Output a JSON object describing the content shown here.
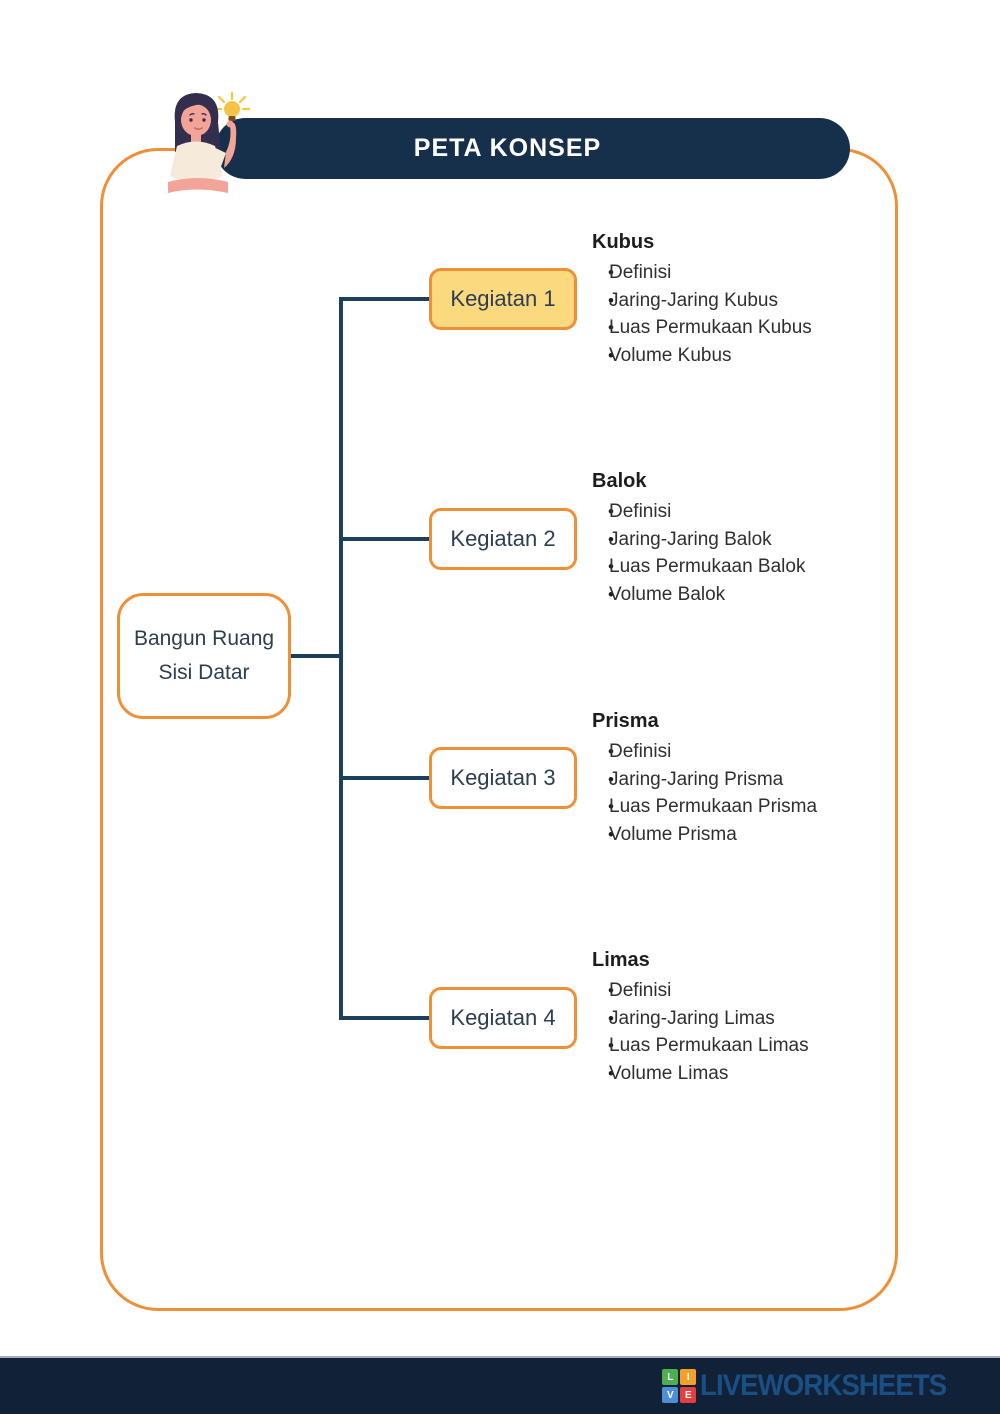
{
  "header": {
    "title": "PETA KONSEP",
    "bar_color": "#16304C",
    "text_color": "#FFFFFF"
  },
  "diagram": {
    "root": {
      "label_line1": "Bangun Ruang",
      "label_line2": "Sisi Datar"
    },
    "nodes": [
      {
        "label": "Kegiatan 1",
        "highlighted": true,
        "topic": {
          "title": "Kubus",
          "items": [
            "Definisi",
            "Jaring-Jaring Kubus",
            "Luas Permukaan Kubus",
            "Volume Kubus"
          ]
        }
      },
      {
        "label": "Kegiatan 2",
        "highlighted": false,
        "topic": {
          "title": "Balok",
          "items": [
            "Definisi",
            "Jaring-Jaring Balok",
            "Luas Permukaan Balok",
            "Volume Balok"
          ]
        }
      },
      {
        "label": "Kegiatan 3",
        "highlighted": false,
        "topic": {
          "title": "Prisma",
          "items": [
            "Definisi",
            "Jaring-Jaring Prisma",
            "Luas Permukaan Prisma",
            "Volume Prisma"
          ]
        }
      },
      {
        "label": "Kegiatan 4",
        "highlighted": false,
        "topic": {
          "title": "Limas",
          "items": [
            "Definisi",
            "Jaring-Jaring Limas",
            "Luas Permukaan Limas",
            "Volume Limas"
          ]
        }
      }
    ],
    "bullet": "•",
    "colors": {
      "border_orange": "#EE9038",
      "highlight_fill": "#FBD97E",
      "connector_navy": "#1C3F5E",
      "node_text": "#2C3E50"
    }
  },
  "footer": {
    "brand": "LIVEWORKSHEETS",
    "logo_letters": {
      "l": "L",
      "i": "I",
      "v": "V",
      "e": "E"
    },
    "bar_color": "#112238",
    "brand_color": "#1A4F85"
  }
}
